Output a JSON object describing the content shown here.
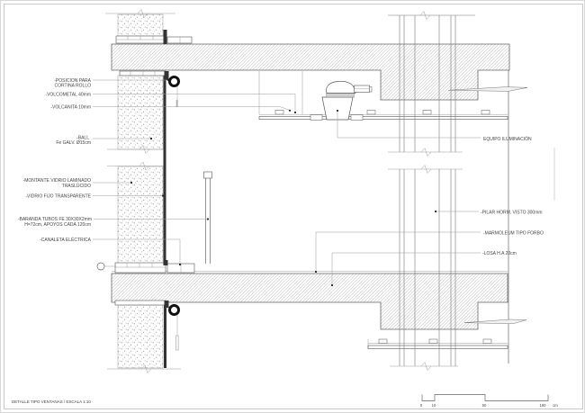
{
  "drawing": {
    "title_block": "DETALLE TIPO VENTANAS / ESCALA 1:10"
  },
  "callouts": {
    "posicion_para": "-POSICION PARA",
    "cortina_rollo": "CORTINA ROLLO",
    "volcometal": "-VOLCOMETAL 40mm",
    "volcanita": "-VOLCANITA 10mm",
    "ball": "-BALL",
    "ball_spec": "Fe GALV. Ø15cm",
    "montante_l1": "-MONTANTE VIDRIO LAMINADO",
    "montante_l2": "TRASLÚCIDO",
    "vidrio_fijo": "-VIDRIO FIJO TRANSPARENTE",
    "baranda_l1": "-BARANDA TUBOS FE 30X30X2mm",
    "baranda_l2": "H=72cm, APOYOS CADA 120cm",
    "canaleta": "-CANALETA ELÉCTRICA",
    "equipo": "EQUIPO ILUMINACIÓN",
    "pilar": "-PILAR HORM. VISTO 300mm",
    "marmoleum": "-MARMOLEUM TIPO FORBO",
    "losa": "-LOSA H.A 20cm"
  },
  "scale_bar": {
    "tick_0": "0",
    "tick_10": "10",
    "tick_50": "50",
    "tick_100": "100",
    "unit": "cm"
  },
  "colors": {
    "line": "#666666",
    "dark_element": "#222222",
    "leader": "#9a9a9a",
    "text": "#444444",
    "hatch": "#999999",
    "border": "#bbbbbb"
  }
}
